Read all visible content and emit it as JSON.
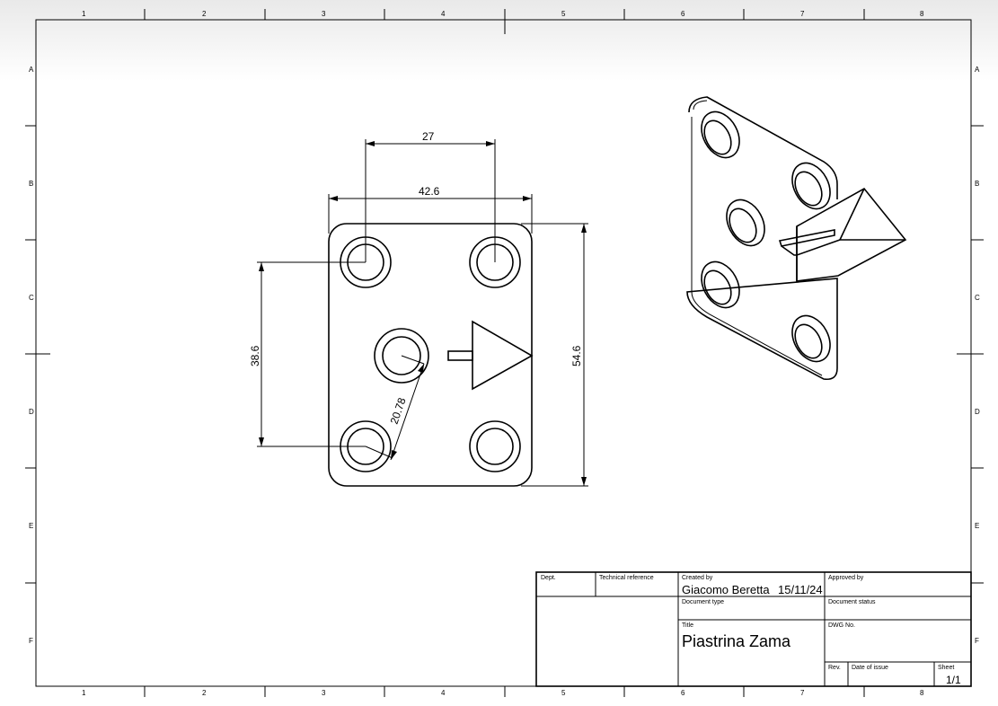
{
  "frame": {
    "columns": [
      "1",
      "2",
      "3",
      "4",
      "5",
      "6",
      "7",
      "8"
    ],
    "rows": [
      "A",
      "B",
      "C",
      "D",
      "E",
      "F"
    ]
  },
  "dimensions": {
    "hole_spacing_x": "27",
    "plate_width": "42.6",
    "plate_height": "54.6",
    "hole_spacing_y": "38.6",
    "diagonal": "20.78"
  },
  "title_block": {
    "dept_label": "Dept.",
    "tech_ref_label": "Technical reference",
    "created_by_label": "Created by",
    "created_by": "Giacomo Beretta",
    "created_date": "15/11/24",
    "approved_by_label": "Approved by",
    "doc_type_label": "Document type",
    "doc_status_label": "Document status",
    "title_label": "Title",
    "title": "Piastrina Zama",
    "dwg_no_label": "DWG No.",
    "rev_label": "Rev.",
    "date_of_issue_label": "Date of issue",
    "sheet_label": "Sheet",
    "sheet": "1/1"
  }
}
